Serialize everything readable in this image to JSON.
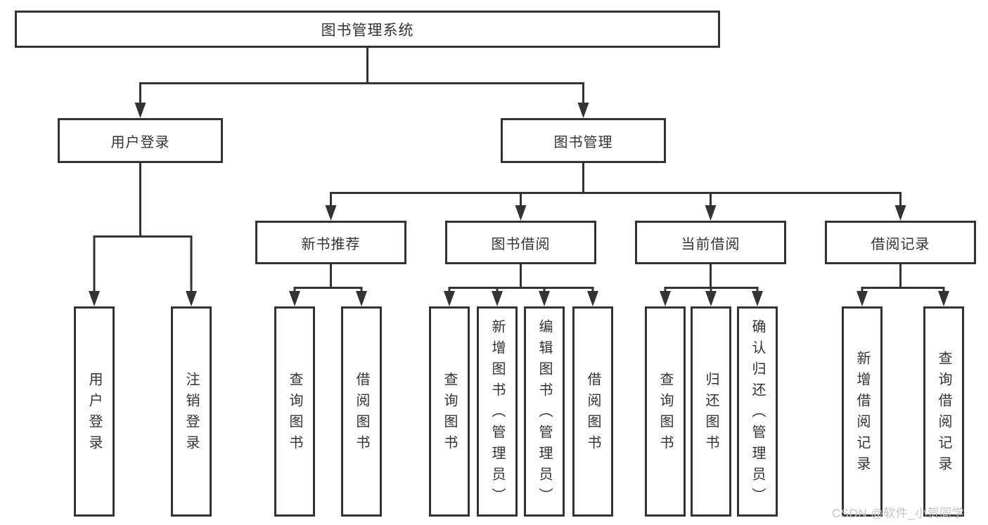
{
  "diagram": {
    "root": {
      "label": "图书管理系统"
    },
    "branches": [
      {
        "label": "用户登录",
        "leaves": [
          {
            "label": "用户登录"
          },
          {
            "label": "注销登录"
          }
        ]
      },
      {
        "label": "图书管理",
        "groups": [
          {
            "label": "新书推荐",
            "leaves": [
              {
                "label": "查询图书"
              },
              {
                "label": "借阅图书"
              }
            ]
          },
          {
            "label": "图书借阅",
            "leaves": [
              {
                "label": "查询图书"
              },
              {
                "label": "新增图书（管理员）"
              },
              {
                "label": "编辑图书（管理员）"
              },
              {
                "label": "借阅图书"
              }
            ]
          },
          {
            "label": "当前借阅",
            "leaves": [
              {
                "label": "查询图书"
              },
              {
                "label": "归还图书"
              },
              {
                "label": "确认归还（管理员）"
              }
            ]
          },
          {
            "label": "借阅记录",
            "leaves": [
              {
                "label": "新增借阅记录"
              },
              {
                "label": "查询借阅记录"
              }
            ]
          }
        ]
      }
    ]
  },
  "watermark": {
    "text": "CSDN @软件_小贺同学"
  },
  "colors": {
    "line": "#333333",
    "text": "#333333",
    "background": "#ffffff",
    "watermark": "#c4c4c4"
  }
}
